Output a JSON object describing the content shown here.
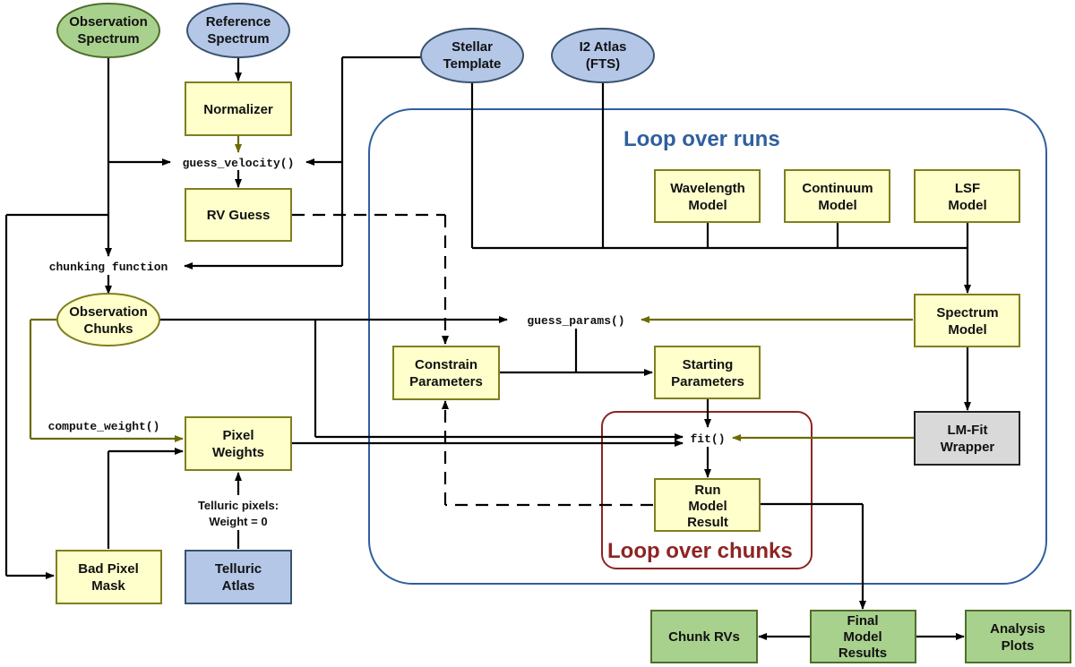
{
  "colors": {
    "green": "#a9d18e",
    "green_stroke": "#4f6e2a",
    "blue": "#b4c7e7",
    "blue_stroke": "#3a5270",
    "yellow": "#ffffcc",
    "yellow_stroke": "#7f7f1f",
    "gray": "#d9d9d9",
    "runs_border": "#2f5f9e",
    "chunks_border": "#8e2424",
    "olive_arrow": "#6b6b00"
  },
  "nodes": {
    "observation_spectrum": [
      "Observation",
      "Spectrum"
    ],
    "reference_spectrum": [
      "Reference",
      "Spectrum"
    ],
    "stellar_template": [
      "Stellar",
      "Template"
    ],
    "i2_atlas": [
      "I2 Atlas",
      "(FTS)"
    ],
    "normalizer": [
      "Normalizer"
    ],
    "rv_guess": [
      "RV Guess"
    ],
    "observation_chunks": [
      "Observation",
      "Chunks"
    ],
    "wavelength_model": [
      "Wavelength",
      "Model"
    ],
    "continuum_model": [
      "Continuum",
      "Model"
    ],
    "lsf_model": [
      "LSF",
      "Model"
    ],
    "spectrum_model": [
      "Spectrum",
      "Model"
    ],
    "constrain_parameters": [
      "Constrain",
      "Parameters"
    ],
    "starting_parameters": [
      "Starting",
      "Parameters"
    ],
    "lm_fit_wrapper": [
      "LM-Fit",
      "Wrapper"
    ],
    "pixel_weights": [
      "Pixel",
      "Weights"
    ],
    "run_model_result": [
      "Run",
      "Model",
      "Result"
    ],
    "bad_pixel_mask": [
      "Bad Pixel",
      "Mask"
    ],
    "telluric_atlas": [
      "Telluric",
      "Atlas"
    ],
    "chunk_rvs": [
      "Chunk RVs"
    ],
    "final_model_results": [
      "Final",
      "Model",
      "Results"
    ],
    "analysis_plots": [
      "Analysis",
      "Plots"
    ]
  },
  "functions": {
    "guess_velocity": "guess_velocity()",
    "chunking_function": "chunking function",
    "guess_params": "guess_params()",
    "compute_weight": "compute_weight()",
    "fit": "fit()"
  },
  "notes": {
    "telluric_pixels": [
      "Telluric pixels:",
      "Weight = 0"
    ]
  },
  "regions": {
    "loop_over_runs": "Loop over runs",
    "loop_over_chunks": "Loop over chunks"
  }
}
